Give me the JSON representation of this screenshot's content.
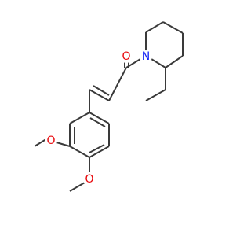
{
  "molecule": {
    "atoms": [
      {
        "id": "O1",
        "label": "O",
        "color": "#e8060a"
      },
      {
        "id": "N1",
        "label": "N",
        "color": "#1523f5"
      },
      {
        "id": "O2",
        "label": "O",
        "color": "#e8060a"
      },
      {
        "id": "O3",
        "label": "O",
        "color": "#e8060a"
      }
    ]
  }
}
